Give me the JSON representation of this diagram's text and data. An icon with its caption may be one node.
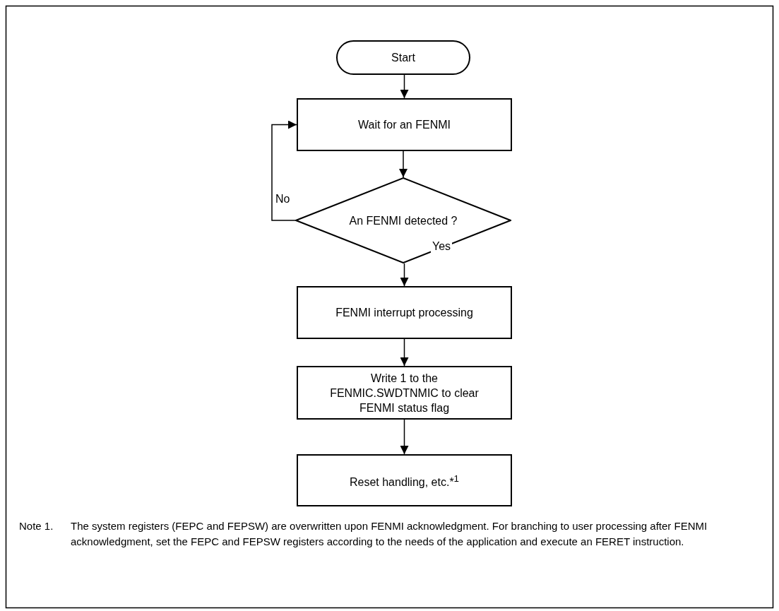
{
  "diagram": {
    "nodes": [
      {
        "text": [
          "Start"
        ]
      },
      {
        "text": [
          "Wait for an FENMI"
        ]
      },
      {
        "text": [
          "An FENMI detected ?"
        ]
      },
      {
        "text": [
          "FENMI interrupt processing"
        ]
      },
      {
        "text": [
          "Write 1 to the FENMIC.SWDTNMIC to clear FENMI status flag"
        ]
      },
      {
        "text": [
          "Reset handling, etc.*$^{1}$"
        ]
      }
    ],
    "edges": [
      {
        "from": 0,
        "to": 1,
        "arrow": "to"
      },
      {
        "from": 1,
        "to": 2,
        "arrow": "to"
      },
      {
        "from": 2,
        "to": 1,
        "arrow": "to",
        "label": "No"
      },
      {
        "from": 2,
        "to": 3,
        "arrow": "to",
        "label": "Yes"
      },
      {
        "from": 3,
        "to": 4,
        "arrow": "to"
      },
      {
        "from": 4,
        "to": 5,
        "arrow": "to"
      }
    ],
    "labels": [
      "Note 1.",
      "The system registers (FEPC and FEPSW) are overwritten upon FENMI acknowledgment. For branching to user processing after FENMI acknowledgment, set the FEPC and FEPSW registers according to the needs of the application and execute an FERET instruction."
    ]
  }
}
